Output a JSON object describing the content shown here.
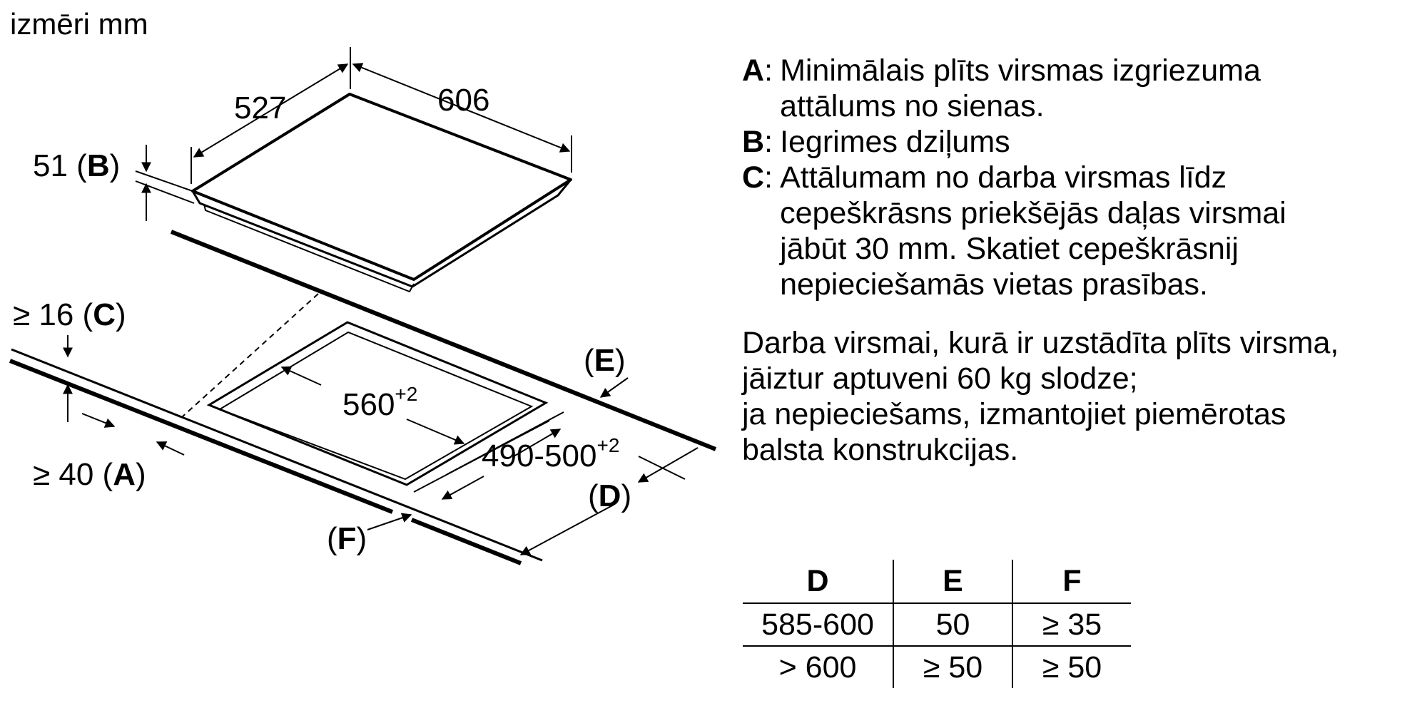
{
  "unit_label": "izmēri mm",
  "dims": {
    "width": "606",
    "depth": "527",
    "height_value": "51",
    "height_key": "B",
    "gap_c_prefix": "≥ 16",
    "gap_c_key": "C",
    "gap_a_prefix": "≥ 40",
    "gap_a_key": "A",
    "cutout_w": "560",
    "cutout_w_tol": "+2",
    "cutout_d": "490-500",
    "cutout_d_tol": "+2",
    "label_d": "D",
    "label_e": "E",
    "label_f": "F"
  },
  "legend": [
    {
      "key": "A",
      "text": "Minimālais plīts virsmas izgriezuma\nattālums no sienas."
    },
    {
      "key": "B",
      "text": "Iegrimes dziļums"
    },
    {
      "key": "C",
      "text": "Attālumam no darba virsmas līdz\ncepeškrāsns priekšējās daļas virsmai\njābūt 30 mm. Skatiet cepeškrāsnij\nnepieciešamās vietas prasības."
    }
  ],
  "note": "Darba virsmai, kurā ir uzstādīta plīts virsma,\njāiztur aptuveni 60 kg slodze;\nja nepieciešams, izmantojiet piemērotas\nbalsta konstrukcijas.",
  "table": {
    "headers": [
      "D",
      "E",
      "F"
    ],
    "rows": [
      [
        "585-600",
        "50",
        "≥ 35"
      ],
      [
        "> 600",
        "≥ 50",
        "≥ 50"
      ]
    ]
  }
}
